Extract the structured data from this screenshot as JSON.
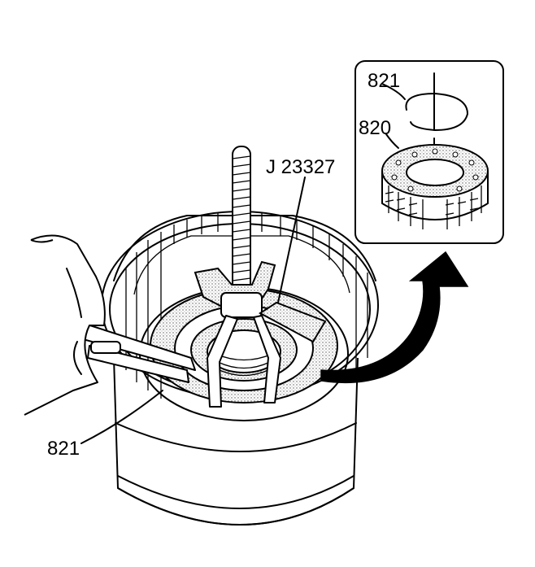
{
  "labels": {
    "tool": "J 23327",
    "snap_ring_main": "821",
    "inset_snap_ring": "821",
    "inset_spring_assembly": "820"
  },
  "icons": [
    "clutch-drum",
    "spring-compressor-tool",
    "snap-ring-pliers",
    "hand",
    "curved-arrow",
    "inset-callout"
  ],
  "colors": {
    "ink": "#000000",
    "background": "#ffffff",
    "stipple": "#bdbdbd"
  }
}
